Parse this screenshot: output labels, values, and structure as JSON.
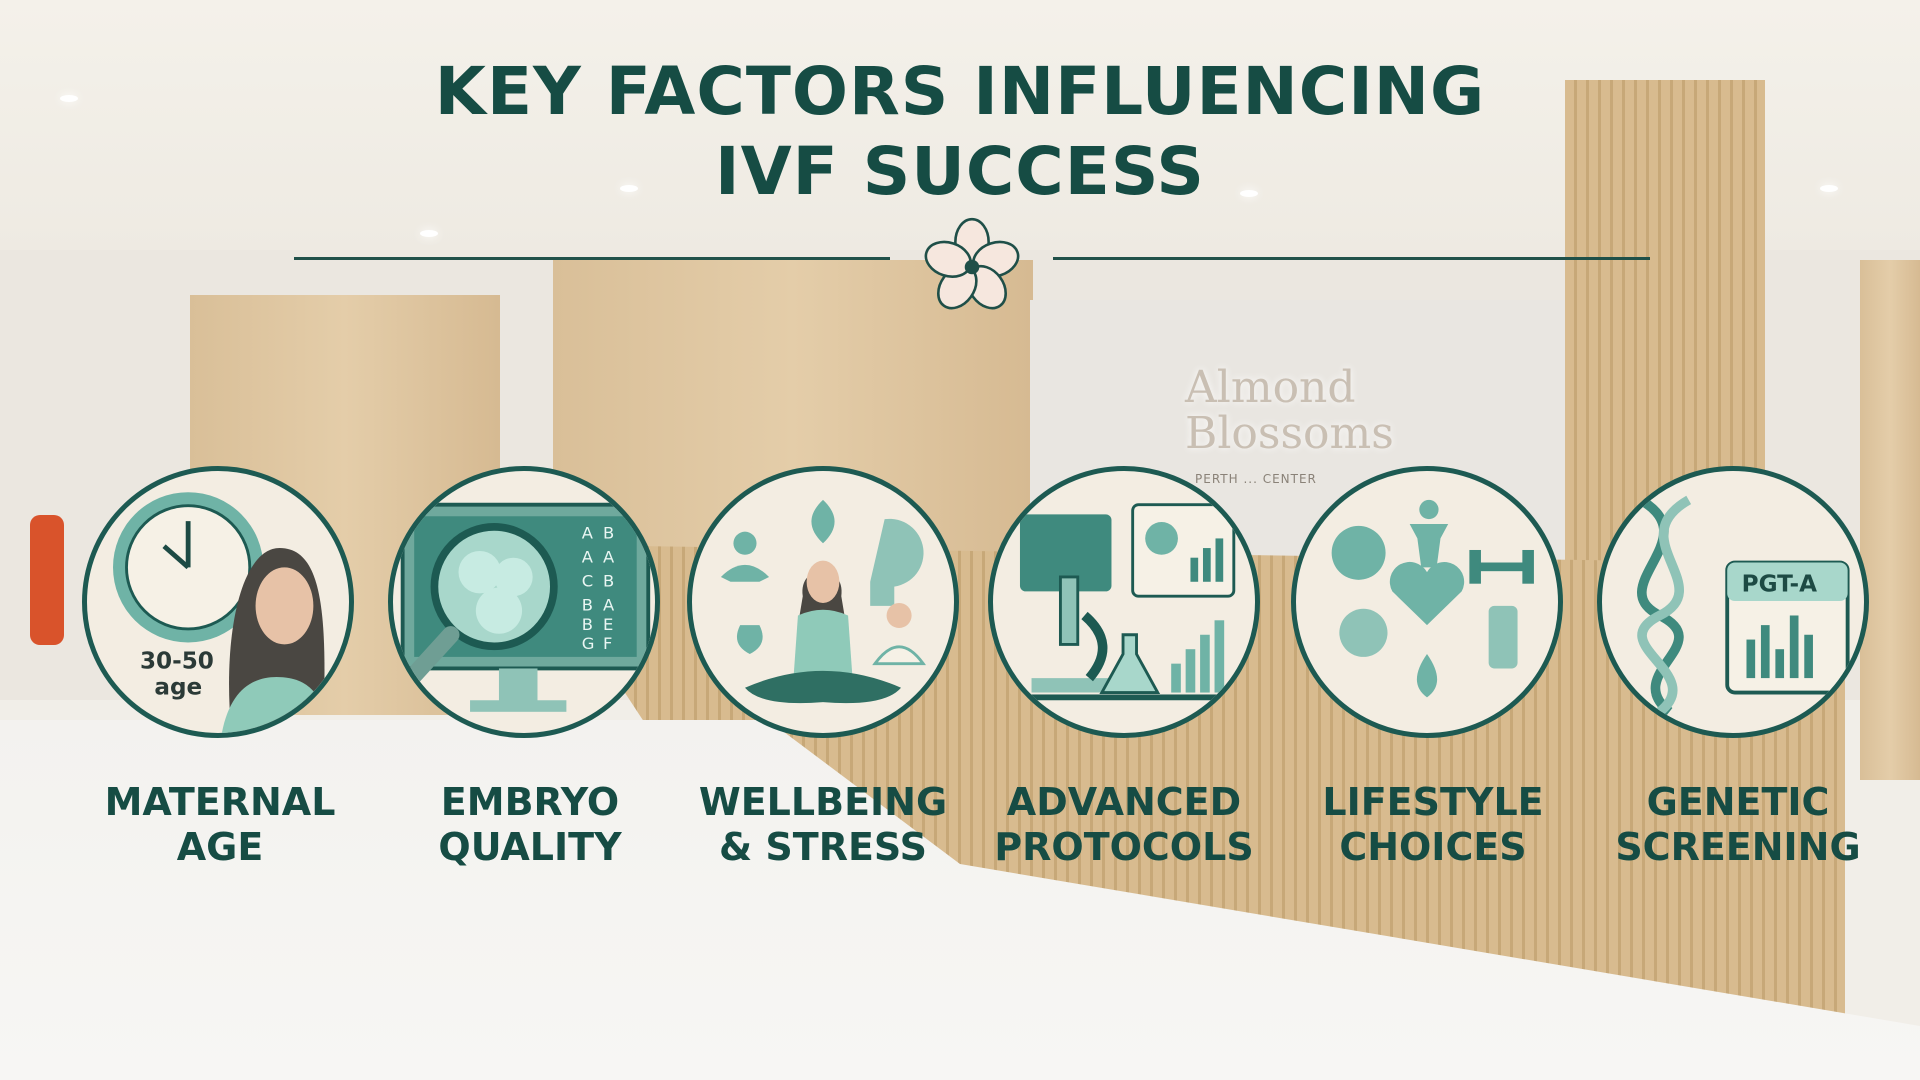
{
  "title": {
    "line1": "KEY FACTORS INFLUENCING",
    "line2": "IVF SUCCESS"
  },
  "background_sign": {
    "name": "Almond Blossoms",
    "tagline": "PERTH ... CENTER"
  },
  "colors": {
    "primary": "#164c44",
    "teal": "#6fb3a6",
    "cream": "#f3ede2"
  },
  "factors": [
    {
      "label1": "MATERNAL",
      "label2": "AGE",
      "icon": "clock-woman-icon",
      "badge1": "30-50",
      "badge2": "age"
    },
    {
      "label1": "EMBRYO",
      "label2": "QUALITY",
      "icon": "monitor-magnifier-embryo-icon",
      "grades": [
        "A",
        "B",
        "A",
        "A",
        "C",
        "B",
        "B",
        "A",
        "B",
        "E",
        "G",
        "F"
      ]
    },
    {
      "label1": "WELLBEING",
      "label2": "& STRESS",
      "icon": "meditation-icon"
    },
    {
      "label1": "ADVANCED",
      "label2": "PROTOCOLS",
      "icon": "microscope-lab-icon"
    },
    {
      "label1": "LIFESTYLE",
      "label2": "CHOICES",
      "icon": "lifestyle-health-icon"
    },
    {
      "label1": "GENETIC",
      "label2": "SCREENING",
      "icon": "dna-report-icon",
      "report": "PGT-A"
    }
  ]
}
